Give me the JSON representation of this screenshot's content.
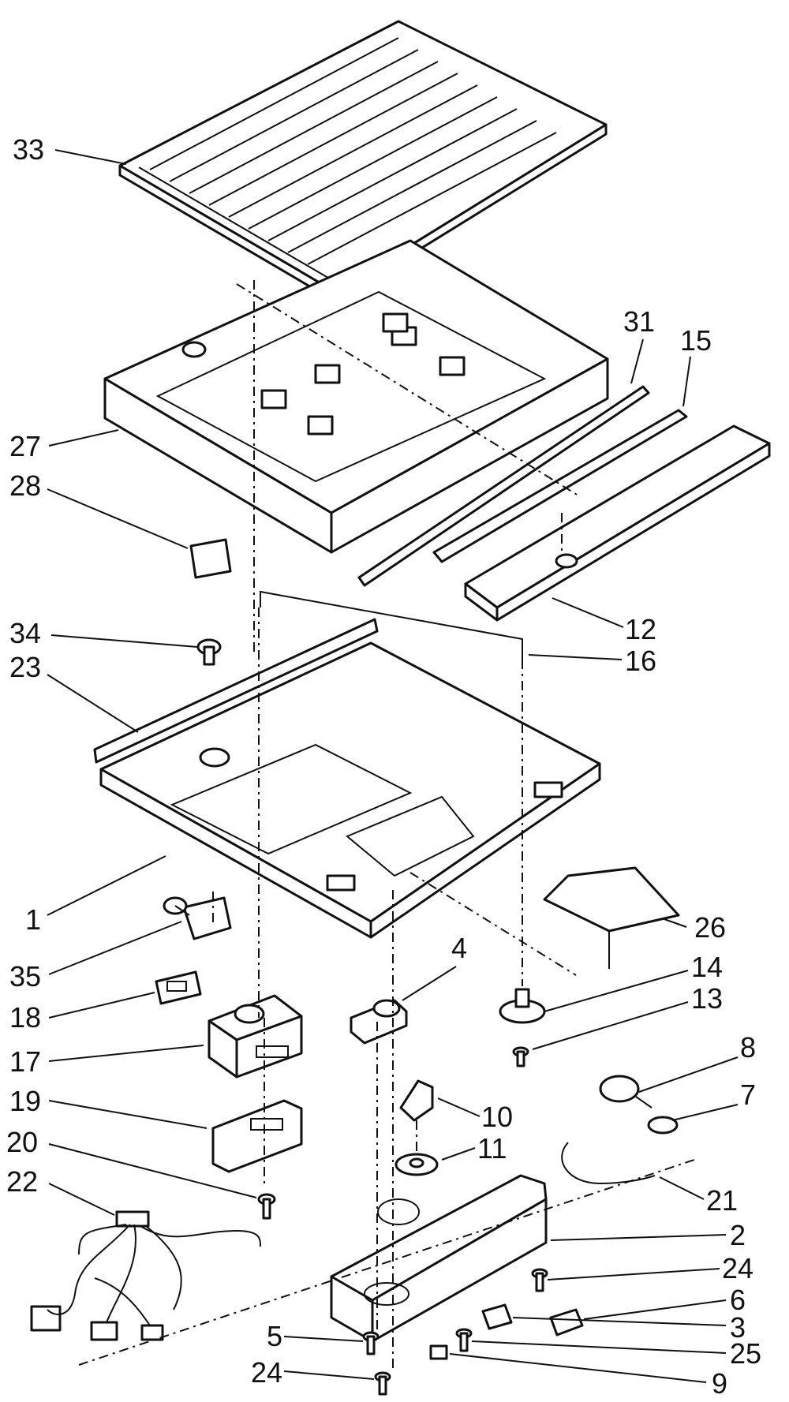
{
  "diagram": {
    "callouts": [
      {
        "id": "33"
      },
      {
        "id": "31"
      },
      {
        "id": "15"
      },
      {
        "id": "27"
      },
      {
        "id": "28"
      },
      {
        "id": "12"
      },
      {
        "id": "34"
      },
      {
        "id": "16"
      },
      {
        "id": "23"
      },
      {
        "id": "1"
      },
      {
        "id": "26"
      },
      {
        "id": "35"
      },
      {
        "id": "4"
      },
      {
        "id": "14"
      },
      {
        "id": "13"
      },
      {
        "id": "18"
      },
      {
        "id": "17"
      },
      {
        "id": "8"
      },
      {
        "id": "7"
      },
      {
        "id": "19"
      },
      {
        "id": "10"
      },
      {
        "id": "20"
      },
      {
        "id": "11"
      },
      {
        "id": "22"
      },
      {
        "id": "21"
      },
      {
        "id": "2"
      },
      {
        "id": "24"
      },
      {
        "id": "6"
      },
      {
        "id": "5"
      },
      {
        "id": "3"
      },
      {
        "id": "25"
      },
      {
        "id": "24"
      },
      {
        "id": "9"
      }
    ]
  }
}
